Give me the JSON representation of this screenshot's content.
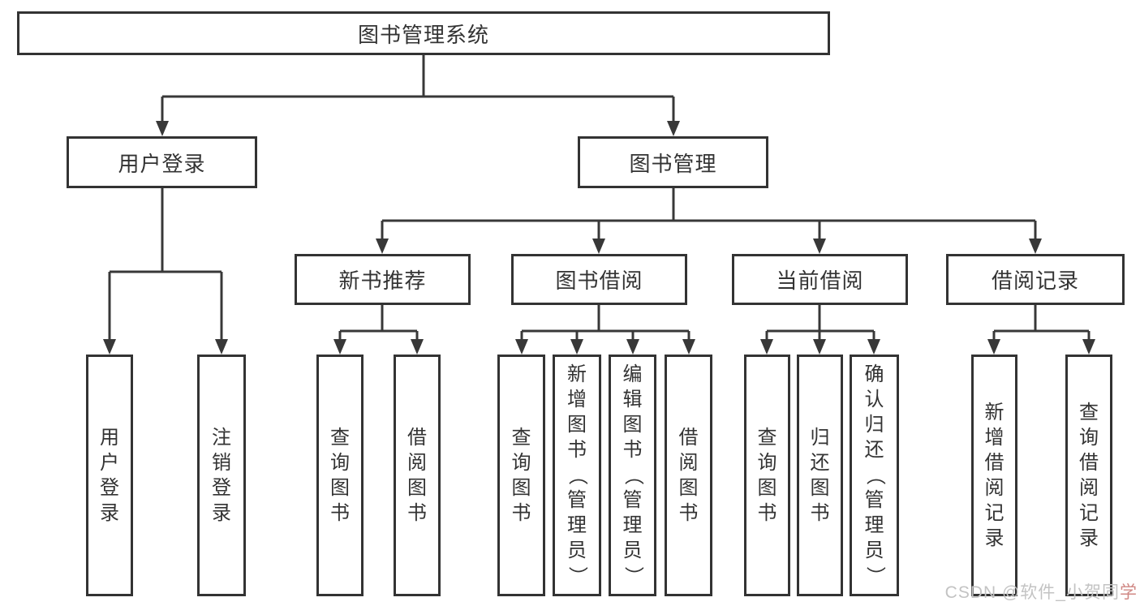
{
  "diagram": {
    "type": "hierarchy-tree",
    "root": {
      "label": "图书管理系统"
    },
    "branches": [
      {
        "label": "用户登录",
        "children": [
          {
            "label": "用户登录"
          },
          {
            "label": "注销登录"
          }
        ]
      },
      {
        "label": "图书管理",
        "children": [
          {
            "label": "新书推荐",
            "children": [
              {
                "label": "查询图书"
              },
              {
                "label": "借阅图书"
              }
            ]
          },
          {
            "label": "图书借阅",
            "children": [
              {
                "label": "查询图书"
              },
              {
                "label": "新增图书（管理员）"
              },
              {
                "label": "编辑图书（管理员）"
              },
              {
                "label": "借阅图书"
              }
            ]
          },
          {
            "label": "当前借阅",
            "children": [
              {
                "label": "查询图书"
              },
              {
                "label": "归还图书"
              },
              {
                "label": "确认归还（管理员）"
              }
            ]
          },
          {
            "label": "借阅记录",
            "children": [
              {
                "label": "新增借阅记录"
              },
              {
                "label": "查询借阅记录"
              }
            ]
          }
        ]
      }
    ]
  },
  "watermark": {
    "text_gray": "CSDN @软件_小贺同",
    "text_red": "学"
  },
  "colors": {
    "line": "#383838",
    "box_border": "#333333",
    "text": "#333333",
    "watermark_gray": "#c3c3c3",
    "watermark_red": "#d08884"
  }
}
